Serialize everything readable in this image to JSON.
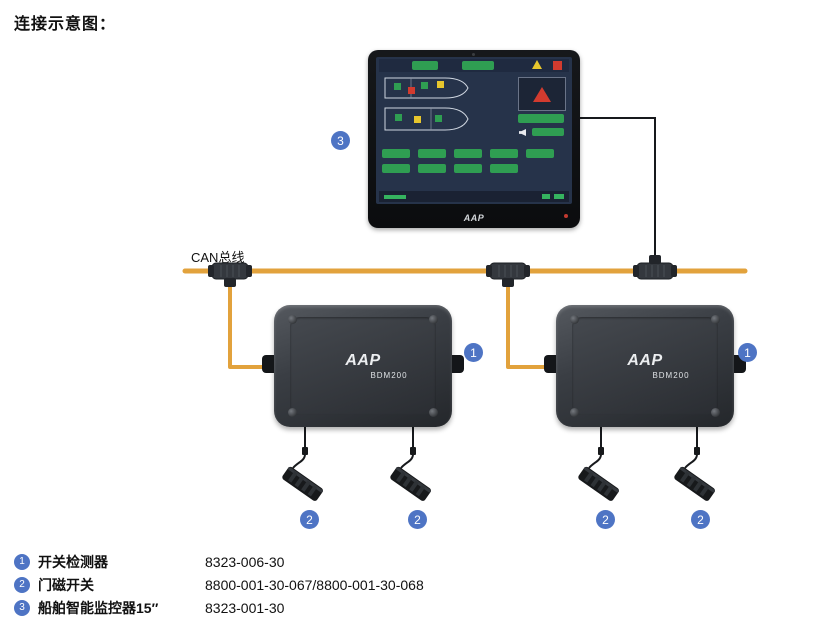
{
  "title": "连接示意图：",
  "can_bus": {
    "label": "CAN总线"
  },
  "colors": {
    "accent_blue": "#4e74c4",
    "bus_orange": "#E2A23C",
    "alarm_red": "#d23b2f",
    "ok_green": "#2f9e52",
    "warn_yellow": "#e7c62d"
  },
  "monitor": {
    "badge": "3",
    "logo": "AAP"
  },
  "modules": [
    {
      "badge": "1",
      "logo": "AAP",
      "model": "BDM200"
    },
    {
      "badge": "1",
      "logo": "AAP",
      "model": "BDM200"
    }
  ],
  "switch_badges": [
    "2",
    "2",
    "2",
    "2"
  ],
  "legend": {
    "items": [
      {
        "num": "1",
        "label": "开关检测器",
        "part": "8323-006-30"
      },
      {
        "num": "2",
        "label": "门磁开关",
        "part": "8800-001-30-067/8800-001-30-068"
      },
      {
        "num": "3",
        "label": "船舶智能监控器15″",
        "part": "8323-001-30"
      }
    ]
  }
}
